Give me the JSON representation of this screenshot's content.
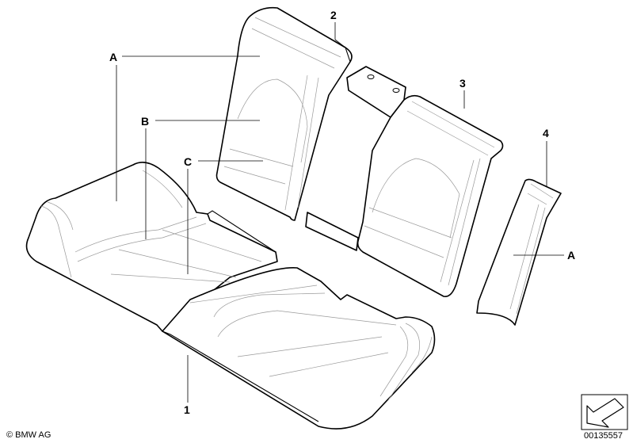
{
  "callouts": {
    "part_1": "1",
    "part_2": "2",
    "part_3": "3",
    "part_4": "4",
    "label_A_top": "A",
    "label_B": "B",
    "label_C": "C",
    "label_A_side": "A"
  },
  "footer": {
    "copyright": "© BMW AG",
    "diagram_number": "00135557"
  },
  "icons": {
    "orientation": "arrow-direction-icon"
  }
}
